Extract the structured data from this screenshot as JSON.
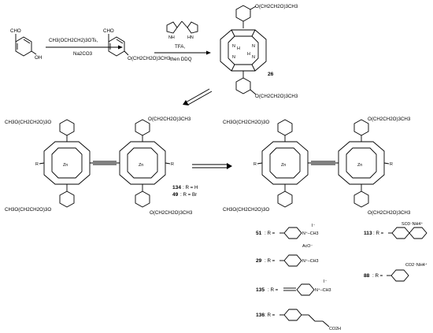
{
  "reactants": {
    "aldehyde_label": "CHO",
    "hydroxyl_label": "OH",
    "reagents_line1": "CH3(OCH2CH2)3OTs,",
    "reagents_line2": "Na2CO3",
    "product_aldehyde": "CHO",
    "ether_chain": "O(CH2CH2O)3CH3"
  },
  "dipyrromethane_step": {
    "nh1": "NH",
    "hn2": "HN",
    "reagent1": "TFA,",
    "reagent2": "then DDQ"
  },
  "porphyrin_26": {
    "top_chain": "O(CH2CH2O)3CH3",
    "bottom_chain": "O(CH2CH2O)3CH3",
    "label": "26",
    "n": "N",
    "h": "H"
  },
  "dimer_left": {
    "chain_top_left": "CH3O(CH2CH2O)3O",
    "chain_top_right": "O(CH2CH2O)3CH3",
    "chain_bottom_left": "CH3O(CH2CH2O)3O",
    "chain_bottom_right": "O(CH2CH2O)3CH3",
    "zn": "Zn",
    "r": "R",
    "label_134": "134",
    "r_134": ": R = H",
    "label_49": "49",
    "r_49": ": R = Br"
  },
  "dimer_right": {
    "chain_top_left": "CH3O(CH2CH2O)3O",
    "chain_top_right": "O(CH2CH2O)3CH3",
    "chain_bottom_left": "CH3O(CH2CH2O)3O",
    "chain_bottom_right": "O(CH2CH2O)3CH3",
    "zn": "Zn",
    "r": "R"
  },
  "substituents": [
    {
      "num": "51",
      "r": ": R =",
      "extra": "N⁺–CH3",
      "counter": "I⁻"
    },
    {
      "num": "29",
      "r": ": R =",
      "extra": "N⁺–CH3",
      "counter": "AcO⁻"
    },
    {
      "num": "135",
      "r": ": R =",
      "extra": "N⁺–CH3",
      "counter": "I⁻"
    },
    {
      "num": "136",
      "r": ": R =",
      "extra": "CO2H",
      "counter": ""
    },
    {
      "num": "113",
      "r": ": R =",
      "extra": "SO3⁻NH4⁺",
      "counter": ""
    },
    {
      "num": "88",
      "r": ": R =",
      "extra": "CO2⁻NH4⁺",
      "counter": ""
    }
  ]
}
